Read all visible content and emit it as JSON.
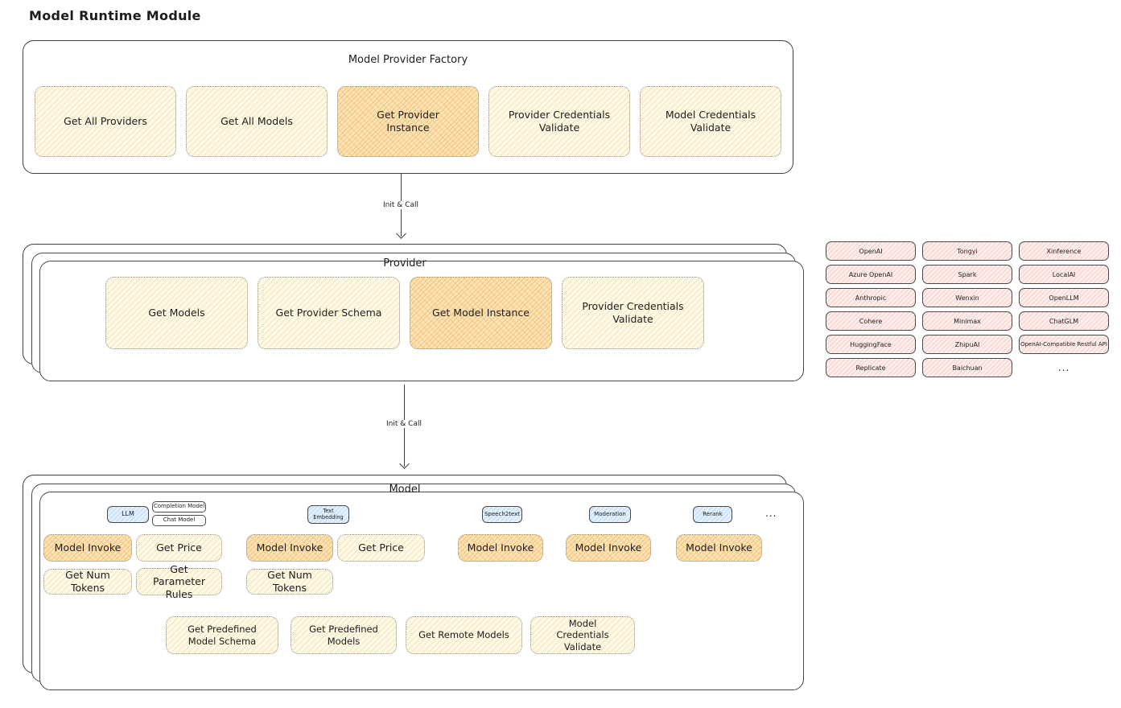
{
  "page_title": "Model Runtime Module",
  "factory": {
    "title": "Model Provider Factory",
    "boxes": [
      {
        "label": "Get All Providers"
      },
      {
        "label": "Get All Models"
      },
      {
        "label": "Get Provider Instance"
      },
      {
        "label": "Provider Credentials Validate"
      },
      {
        "label": "Model Credentials Validate"
      }
    ]
  },
  "arrows": [
    {
      "label": "Init & Call"
    },
    {
      "label": "Init & Call"
    }
  ],
  "provider": {
    "title": "Provider",
    "boxes": [
      {
        "label": "Get Models"
      },
      {
        "label": "Get Provider Schema"
      },
      {
        "label": "Get Model Instance"
      },
      {
        "label": "Provider Credentials Validate"
      }
    ]
  },
  "providers_grid": {
    "items": [
      "OpenAI",
      "Tongyi",
      "Xinference",
      "Azure OpenAI",
      "Spark",
      "LocalAI",
      "Anthropic",
      "Wenxin",
      "OpenLLM",
      "Cohere",
      "Minimax",
      "ChatGLM",
      "HuggingFace",
      "ZhipuAI",
      "OpenAI-Compatible Restful API",
      "Replicate",
      "Baichuan",
      "..."
    ]
  },
  "model": {
    "title": "Model",
    "tags": {
      "llm": "LLM",
      "completion_model": "Completion Model",
      "chat_model": "Chat Model",
      "text_embedding": "Text Embedding",
      "speech2text": "Speech2text",
      "moderation": "Moderation",
      "rerank": "Rerank",
      "more": "..."
    },
    "row1": [
      "Model Invoke",
      "Get Price",
      "Model Invoke",
      "Get Price",
      "Model Invoke",
      "Model Invoke",
      "Model Invoke"
    ],
    "row2": [
      "Get Num Tokens",
      "Get Parameter Rules",
      "Get Num Tokens"
    ],
    "bottom": [
      "Get Predefined Model Schema",
      "Get Predefined Models",
      "Get Remote Models",
      "Model Credentials Validate"
    ]
  },
  "colors": {
    "container_border": "#3f3f3f",
    "dotted_border": "#8f8f86",
    "yellow_fill": "#fdf8e8",
    "yellow_hatch": "#f0d582",
    "orange_fill": "#fbe4ba",
    "orange_hatch": "#f2a640",
    "pink_fill": "#fdeeec",
    "pink_hatch": "#ee a097",
    "blue_fill": "#e4f1fc",
    "blue_hatch": "#7db9eb",
    "text": "#1d1d1d"
  }
}
